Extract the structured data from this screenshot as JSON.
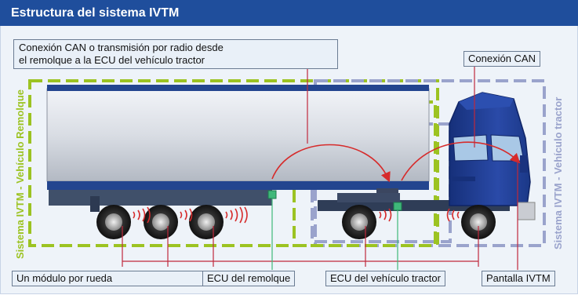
{
  "header": {
    "title": "Estructura del sistema IVTM"
  },
  "labels": {
    "can_radio_line1": "Conexión CAN o transmisión por radio desde",
    "can_radio_line2": "el remolque a la ECU del vehículo tractor",
    "can_connection": "Conexión CAN",
    "wheel_module": "Un módulo por rueda",
    "trailer_ecu": "ECU del remolque",
    "tractor_ecu": "ECU del vehículo tractor",
    "ivtm_display": "Pantalla IVTM"
  },
  "vertical_labels": {
    "trailer_system": "Sistema IVTM - Vehículo Remolque",
    "tractor_system": "Sistema IVTM - Vehículo tractor"
  },
  "colors": {
    "header_bg": "#1f4e9c",
    "trailer_box": "#9cc322",
    "tractor_box": "#9aa3cc",
    "truck_blue": "#1f3f94",
    "signal_red": "#d62b2b",
    "leader_line": "#c0283c",
    "ecu_green": "#3fb87a"
  }
}
